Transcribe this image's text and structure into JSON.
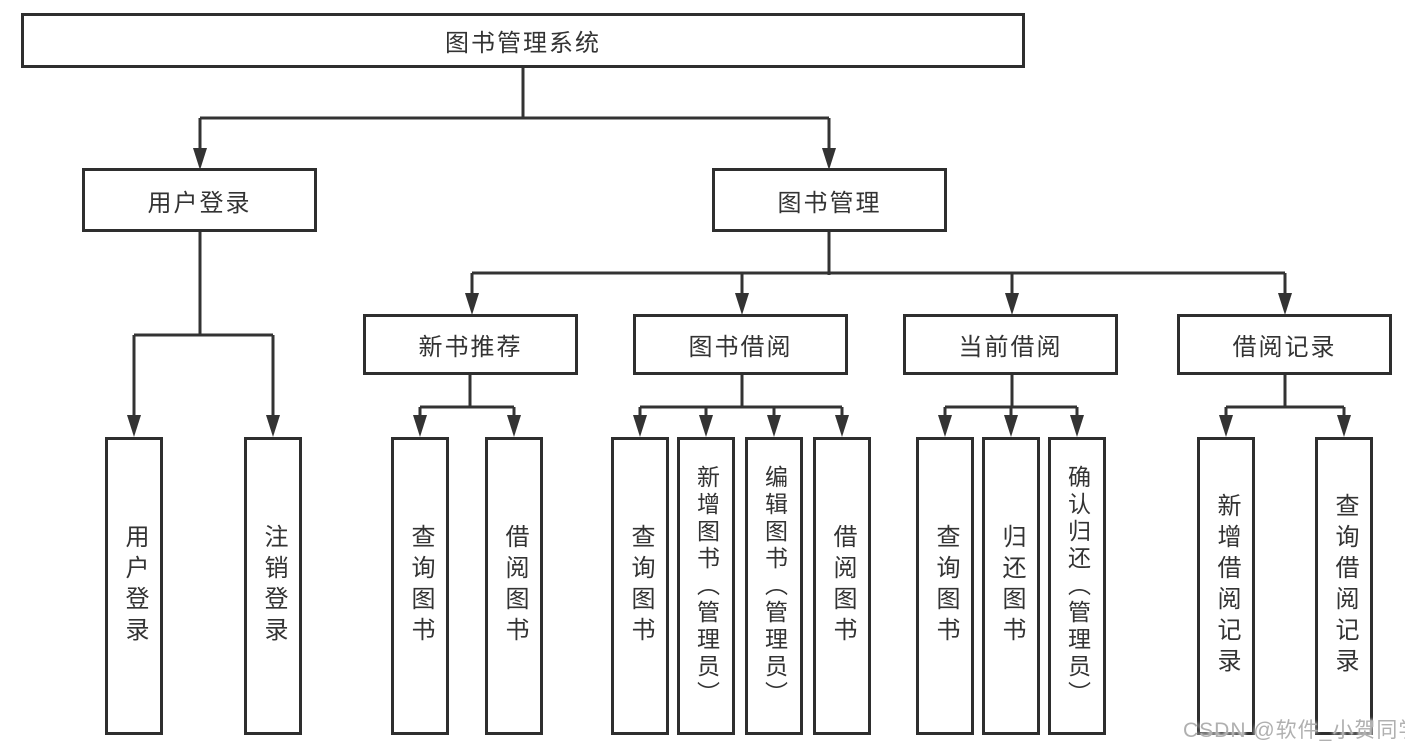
{
  "root_label": "图书管理系统",
  "user_login": {
    "label": "用户登录",
    "children": [
      {
        "label": "用户登录"
      },
      {
        "label": "注销登录"
      }
    ]
  },
  "book_management": {
    "label": "图书管理",
    "children": [
      {
        "label": "新书推荐",
        "children": [
          {
            "label": "查询图书"
          },
          {
            "label": "借阅图书"
          }
        ]
      },
      {
        "label": "图书借阅",
        "children": [
          {
            "label": "查询图书"
          },
          {
            "label": "新增图书（管理员）"
          },
          {
            "label": "编辑图书（管理员）"
          },
          {
            "label": "借阅图书"
          }
        ]
      },
      {
        "label": "当前借阅",
        "children": [
          {
            "label": "查询图书"
          },
          {
            "label": "归还图书"
          },
          {
            "label": "确认归还（管理员）"
          }
        ]
      },
      {
        "label": "借阅记录",
        "children": [
          {
            "label": "新增借阅记录"
          },
          {
            "label": "查询借阅记录"
          }
        ]
      }
    ]
  },
  "watermark": "CSDN @软件_小贺同学",
  "colors": {
    "line": "#333333",
    "box_border": "#2e2e2e",
    "text": "#333333",
    "watermark": "#b0b0b0",
    "background": "#ffffff"
  }
}
